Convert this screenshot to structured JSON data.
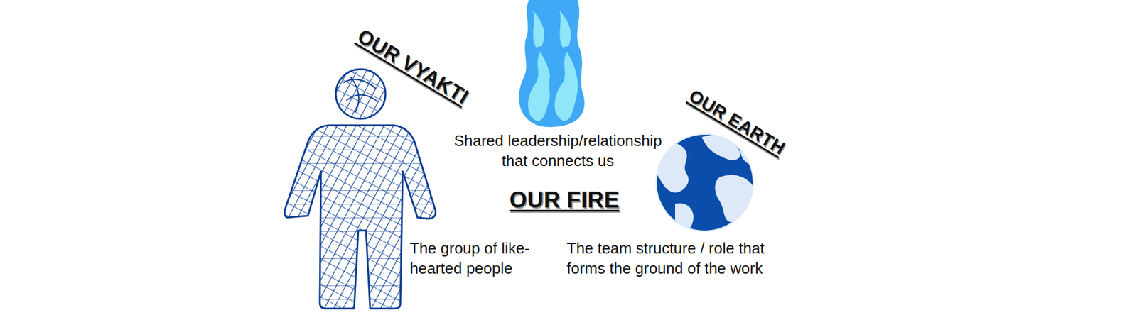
{
  "diagram": {
    "labels": [
      "OUR VYAKTI",
      "Shared leadership/relationship that connects us",
      "OUR EARTH",
      "OUR FIRE",
      "The group of like-hearted people",
      "The team structure / role that forms the ground of the work"
    ]
  }
}
